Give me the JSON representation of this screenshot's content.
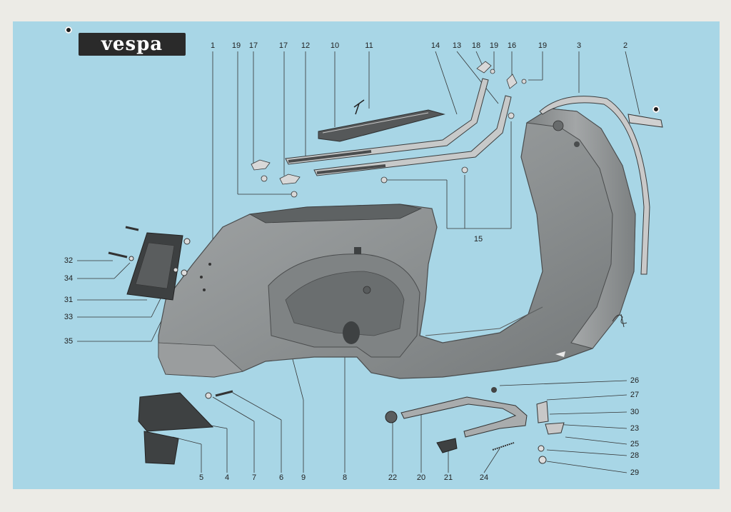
{
  "brand": {
    "logo_text": "vespa"
  },
  "labels": {
    "1": "1",
    "2": "2",
    "3": "3",
    "4": "4",
    "5": "5",
    "6": "6",
    "7": "7",
    "8": "8",
    "9": "9",
    "10": "10",
    "11": "11",
    "12": "12",
    "13": "13",
    "14": "14",
    "15": "15",
    "16": "16",
    "17": "17",
    "18": "18",
    "19": "19",
    "20": "20",
    "21": "21",
    "22": "22",
    "23": "23",
    "24": "24",
    "25": "25",
    "26": "26",
    "27": "27",
    "28": "28",
    "29": "29",
    "30": "30",
    "31": "31",
    "32": "32",
    "33": "33",
    "34": "34",
    "35": "35"
  },
  "colors": {
    "background": "#a8d6e6",
    "frame": "#8e9192",
    "frame_dark": "#4a4c4d",
    "ink": "#222222",
    "logo_bg": "#2a2a2a"
  }
}
